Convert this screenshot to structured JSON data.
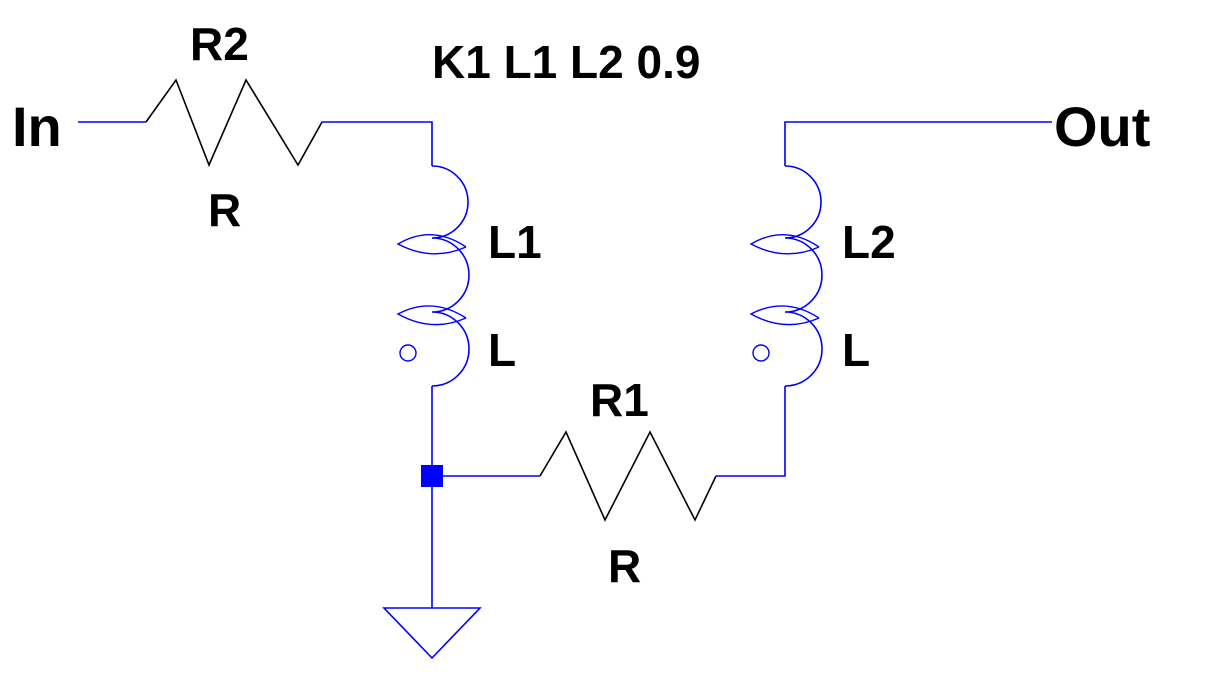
{
  "directive": {
    "text": "K1 L1 L2 0.9"
  },
  "ports": {
    "input": {
      "name": "In"
    },
    "output": {
      "name": "Out"
    }
  },
  "components": {
    "r2": {
      "ref": "R2",
      "value": "R"
    },
    "r1": {
      "ref": "R1",
      "value": "R"
    },
    "l1": {
      "ref": "L1",
      "value": "L"
    },
    "l2": {
      "ref": "L2",
      "value": "L"
    }
  },
  "colors": {
    "wire": "#0000ff",
    "component": "#000000",
    "junction": "#0000ff",
    "background": "#ffffff"
  }
}
